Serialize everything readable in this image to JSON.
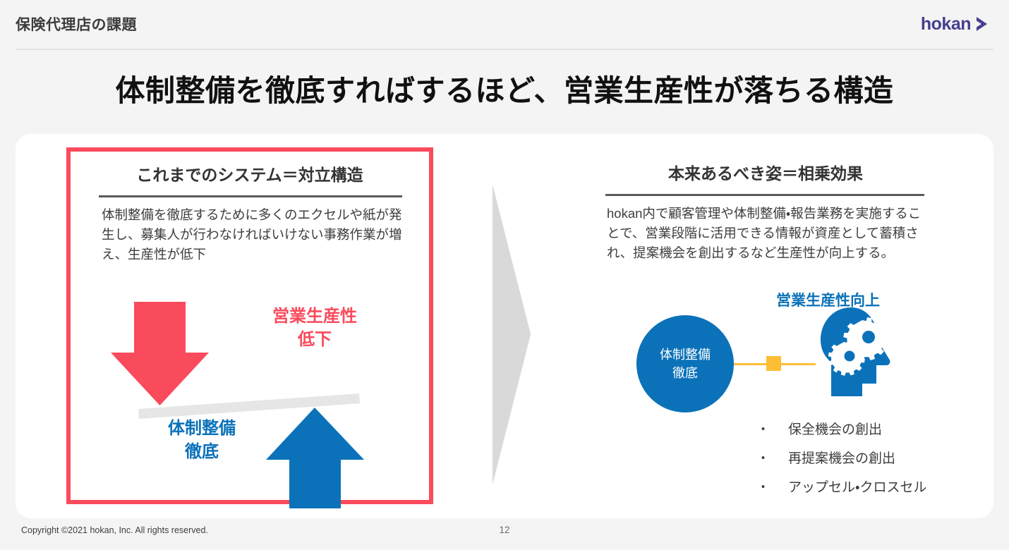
{
  "header": {
    "title": "保険代理店の課題",
    "logo_text": "hokan",
    "logo_icon": "chevron-right-icon",
    "logo_color": "#453f8f"
  },
  "slide": {
    "title": "体制整備を徹底すればするほど、営業生産性が落ちる構造",
    "transition_icon": "right-arrow-icon"
  },
  "left_panel": {
    "heading": "これまでのシステム＝対立構造",
    "body": "体制整備を徹底するために多くのエクセルや紙が発生し、募集人が行わなければいけない事務作業が増え、生産性が低下",
    "border_color": "#fa4b5c",
    "down_arrow_icon": "down-arrow-icon",
    "down_label": "営業生産性\n低下",
    "down_label_line1": "営業生産性",
    "down_label_line2": "低下",
    "down_color": "#fa4b5c",
    "seesaw_icon": "seesaw-bar-icon",
    "up_arrow_icon": "up-arrow-icon",
    "up_label_line1": "体制整備",
    "up_label_line2": "徹底",
    "up_color": "#0b72b9"
  },
  "right_panel": {
    "heading": "本来あるべき姿＝相乗効果",
    "body": "hokan内で顧客管理や体制整備・報告業務を実施することで、営業段階に活用できる情報が資産として蓄積され、提案機会を創出するなど生産性が向上する。",
    "kpi_label": "営業生産性向上",
    "kpi_color": "#0b72b9",
    "circle_label_line1": "体制整備",
    "circle_label_line2": "徹底",
    "circle_color": "#0b72b9",
    "connector_color": "#fdbe36",
    "connector_icon": "connector-node-icon",
    "head_icon": "head-with-gears-icon",
    "bullet_marker": "・",
    "bullets": [
      "保全機会の創出",
      "再提案機会の創出",
      "アップセル・クロスセル"
    ]
  },
  "footer": {
    "copyright": "Copyright ©2021 hokan, Inc. All rights reserved.",
    "page_number": "12"
  }
}
